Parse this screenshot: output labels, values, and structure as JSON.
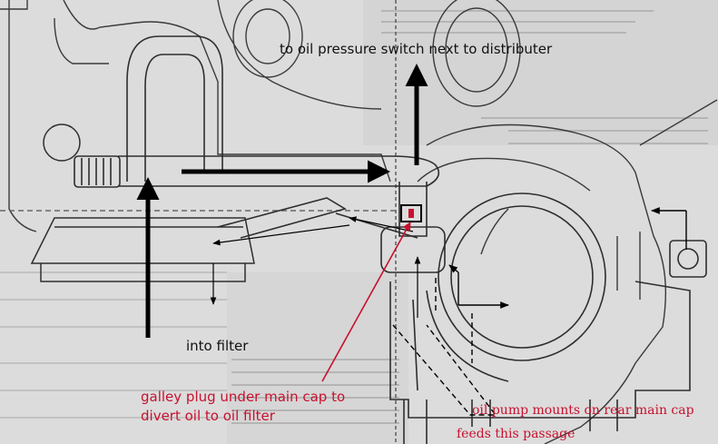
{
  "labels": {
    "oil_pressure": "to oil pressure switch next to distributer",
    "into_filter": "into filter",
    "galley_line1": "galley plug under main cap to",
    "galley_line2": "divert oil to oil filter",
    "pump_mounts": "oil pump mounts on rear main cap",
    "feeds_passage": "feeds this passage"
  },
  "colors": {
    "annotation_red": "#c8102e",
    "flow_arrow": "#000000",
    "line_art": "#3a3a3a"
  }
}
